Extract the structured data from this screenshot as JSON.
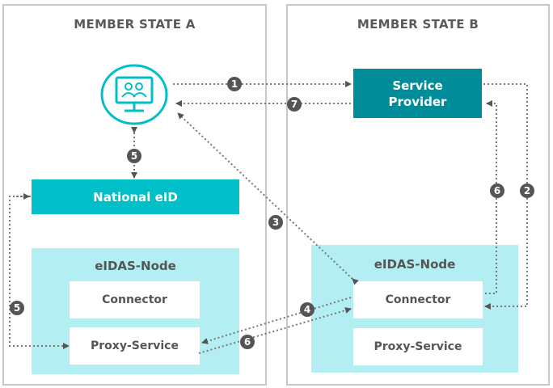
{
  "colors": {
    "teal": "#00bfc9",
    "dark_teal": "#008c99",
    "light_cyan": "#b3eef3",
    "badge": "#555555",
    "panel_border": "#c8c8c8"
  },
  "member_state_a": {
    "title": "MEMBER STATE A",
    "user_icon": "user-computer-icon",
    "national_eid": "National eID",
    "node": {
      "title": "eIDAS-Node",
      "connector": "Connector",
      "proxy_service": "Proxy-Service"
    }
  },
  "member_state_b": {
    "title": "MEMBER STATE B",
    "service_provider": "Service Provider",
    "node": {
      "title": "eIDAS-Node",
      "connector": "Connector",
      "proxy_service": "Proxy-Service"
    }
  },
  "steps": {
    "s1": "1",
    "s2": "2",
    "s3": "3",
    "s4": "4",
    "s5a": "5",
    "s5b": "5",
    "s6a": "6",
    "s6b": "6",
    "s7": "7"
  }
}
